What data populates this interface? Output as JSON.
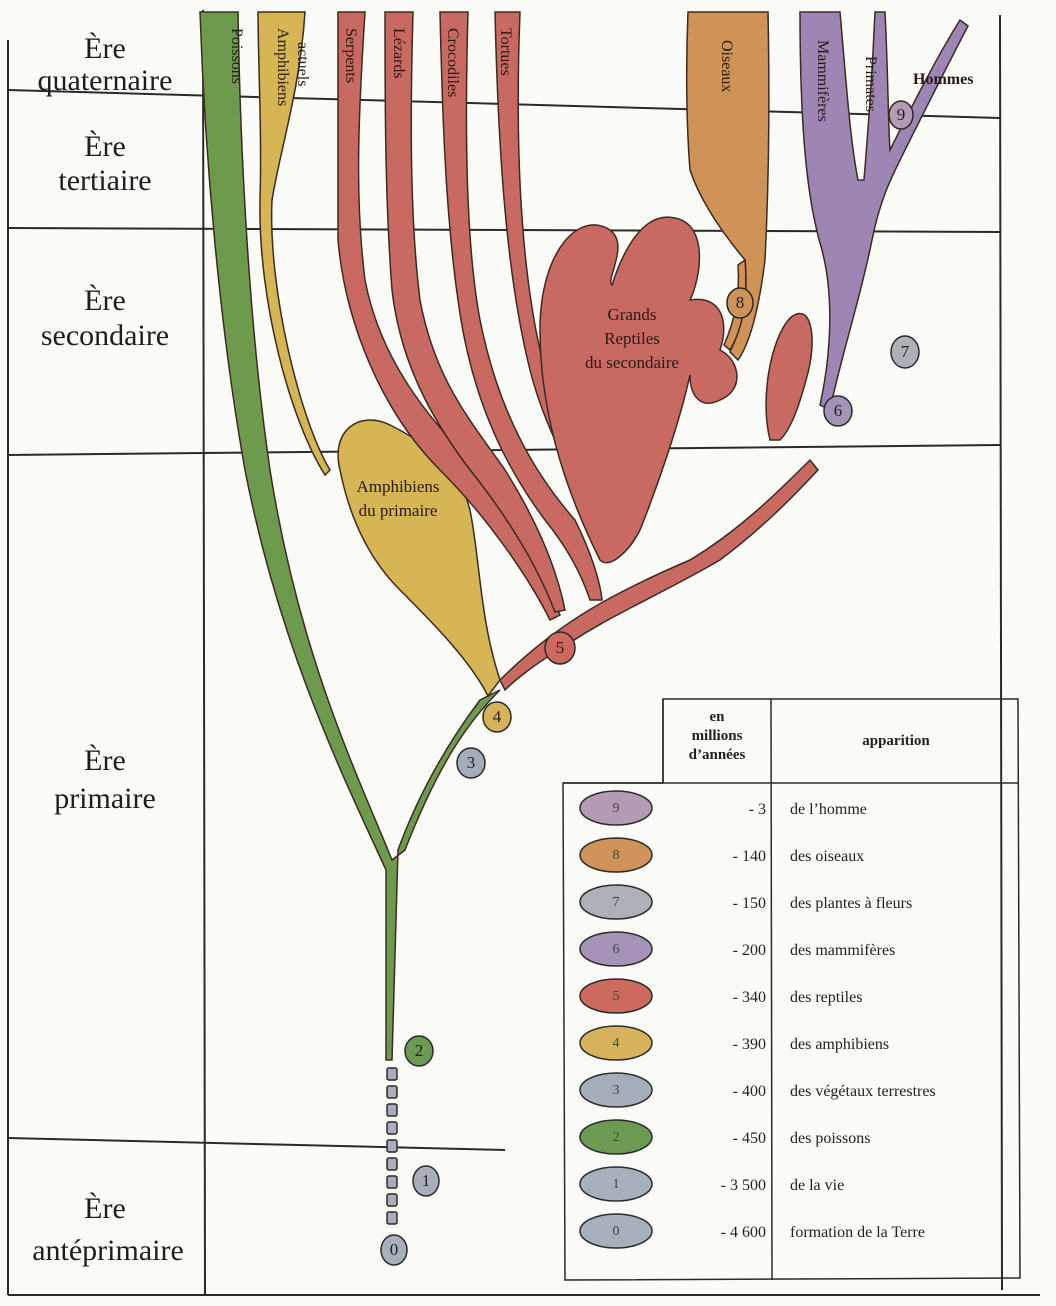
{
  "eras": [
    {
      "line1": "Ère",
      "line2": "quaternaire"
    },
    {
      "line1": "Ère",
      "line2": "tertiaire"
    },
    {
      "line1": "Ère",
      "line2": "secondaire"
    },
    {
      "line1": "Ère",
      "line2": "primaire"
    },
    {
      "line1": "Ère",
      "line2": "antéprimaire"
    }
  ],
  "branches": {
    "poissons": "Poissons",
    "amphibiens_actuels_1": "Amphibiens",
    "amphibiens_actuels_2": "actuels",
    "serpents": "Serpents",
    "lezards": "Lézards",
    "crocodiles": "Crocodiles",
    "tortues": "Tortues",
    "oiseaux": "Oiseaux",
    "mammiferes": "Mammifères",
    "primates": "Primates",
    "hommes": "Hommes"
  },
  "blobs": {
    "grands_reptiles": [
      "Grands",
      "Reptiles",
      "du secondaire"
    ],
    "amphibiens_primaire": [
      "Amphibiens",
      "du primaire"
    ]
  },
  "legend": {
    "col1_header": [
      "en",
      "millions",
      "d’années"
    ],
    "col2_header": "apparition",
    "rows": [
      {
        "num": "9",
        "years": "- 3",
        "label": "de l’homme",
        "color": "#b49ab2"
      },
      {
        "num": "8",
        "years": "- 140",
        "label": "des oiseaux",
        "color": "#cf935a"
      },
      {
        "num": "7",
        "years": "- 150",
        "label": "des plantes à fleurs",
        "color": "#aeb0b8"
      },
      {
        "num": "6",
        "years": "- 200",
        "label": "des mammifères",
        "color": "#a493b6"
      },
      {
        "num": "5",
        "years": "- 340",
        "label": "des reptiles",
        "color": "#cd6a5e"
      },
      {
        "num": "4",
        "years": "- 390",
        "label": "des amphibiens",
        "color": "#d6b35a"
      },
      {
        "num": "3",
        "years": "- 400",
        "label": "des végétaux terrestres",
        "color": "#a5acba"
      },
      {
        "num": "2",
        "years": "- 450",
        "label": "des poissons",
        "color": "#6c9a52"
      },
      {
        "num": "1",
        "years": "- 3 500",
        "label": "de la vie",
        "color": "#a8b0bc"
      },
      {
        "num": "0",
        "years": "- 4 600",
        "label": "formation de la Terre",
        "color": "#a8b0bc"
      }
    ]
  },
  "colors": {
    "fish": "#6e9a4e",
    "amphibian": "#d5b554",
    "reptile": "#c86a62",
    "bird": "#cf9358",
    "mammal": "#9d86b4",
    "grey": "#a9aebb"
  }
}
